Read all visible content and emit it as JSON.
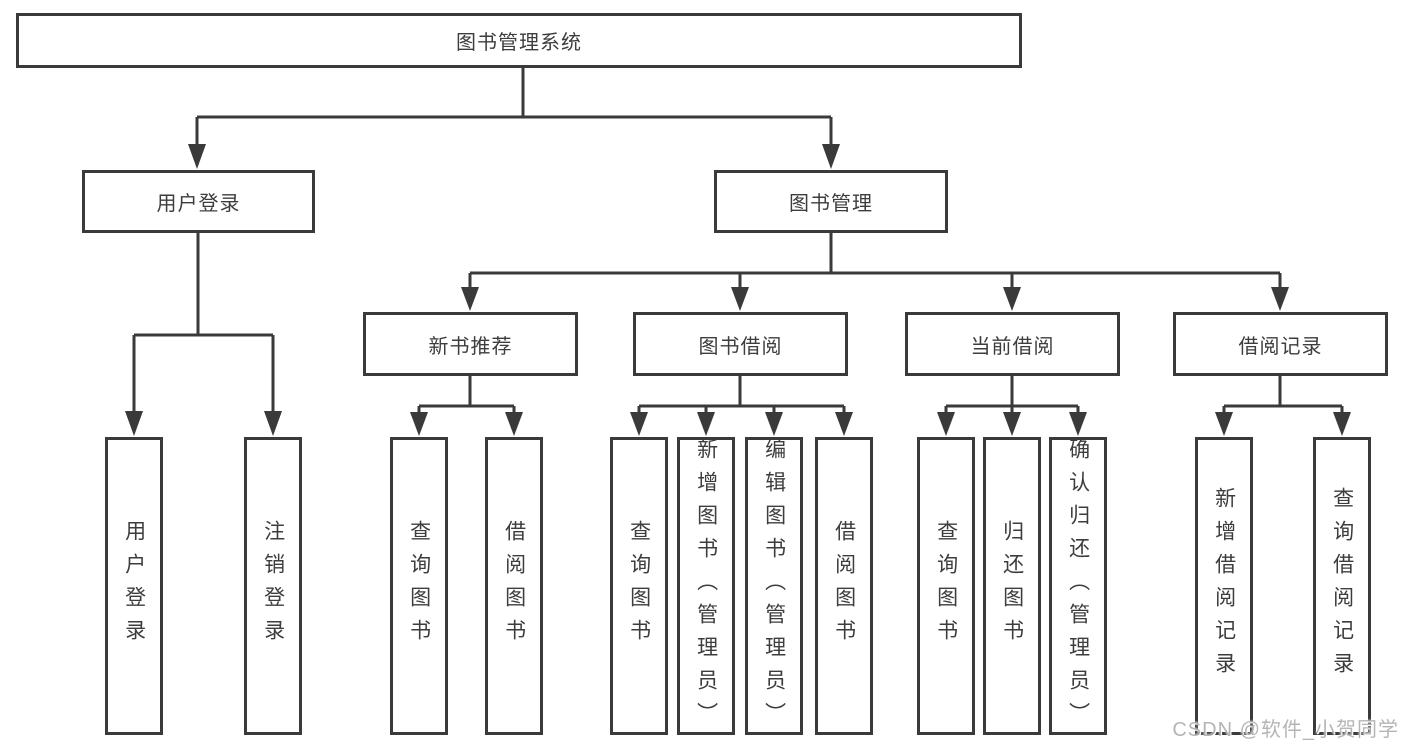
{
  "title": "图书管理系统",
  "watermark": "CSDN @软件_小贺同学",
  "colors": {
    "line": "#3a3a3a",
    "box_border": "#3a3a3a",
    "box_fill": "#ffffff",
    "text": "#3d3d3d",
    "watermark": "#a8a8a8"
  },
  "tree": {
    "label": "图书管理系统",
    "children": [
      {
        "label": "用户登录",
        "children": [
          {
            "label": "用户登录"
          },
          {
            "label": "注销登录"
          }
        ]
      },
      {
        "label": "图书管理",
        "children": [
          {
            "label": "新书推荐",
            "children": [
              {
                "label": "查询图书"
              },
              {
                "label": "借阅图书"
              }
            ]
          },
          {
            "label": "图书借阅",
            "children": [
              {
                "label": "查询图书"
              },
              {
                "label": "新增图书（管理员）"
              },
              {
                "label": "编辑图书（管理员）"
              },
              {
                "label": "借阅图书"
              }
            ]
          },
          {
            "label": "当前借阅",
            "children": [
              {
                "label": "查询图书"
              },
              {
                "label": "归还图书"
              },
              {
                "label": "确认归还（管理员）"
              }
            ]
          },
          {
            "label": "借阅记录",
            "children": [
              {
                "label": "新增借阅记录"
              },
              {
                "label": "查询借阅记录"
              }
            ]
          }
        ]
      }
    ]
  }
}
